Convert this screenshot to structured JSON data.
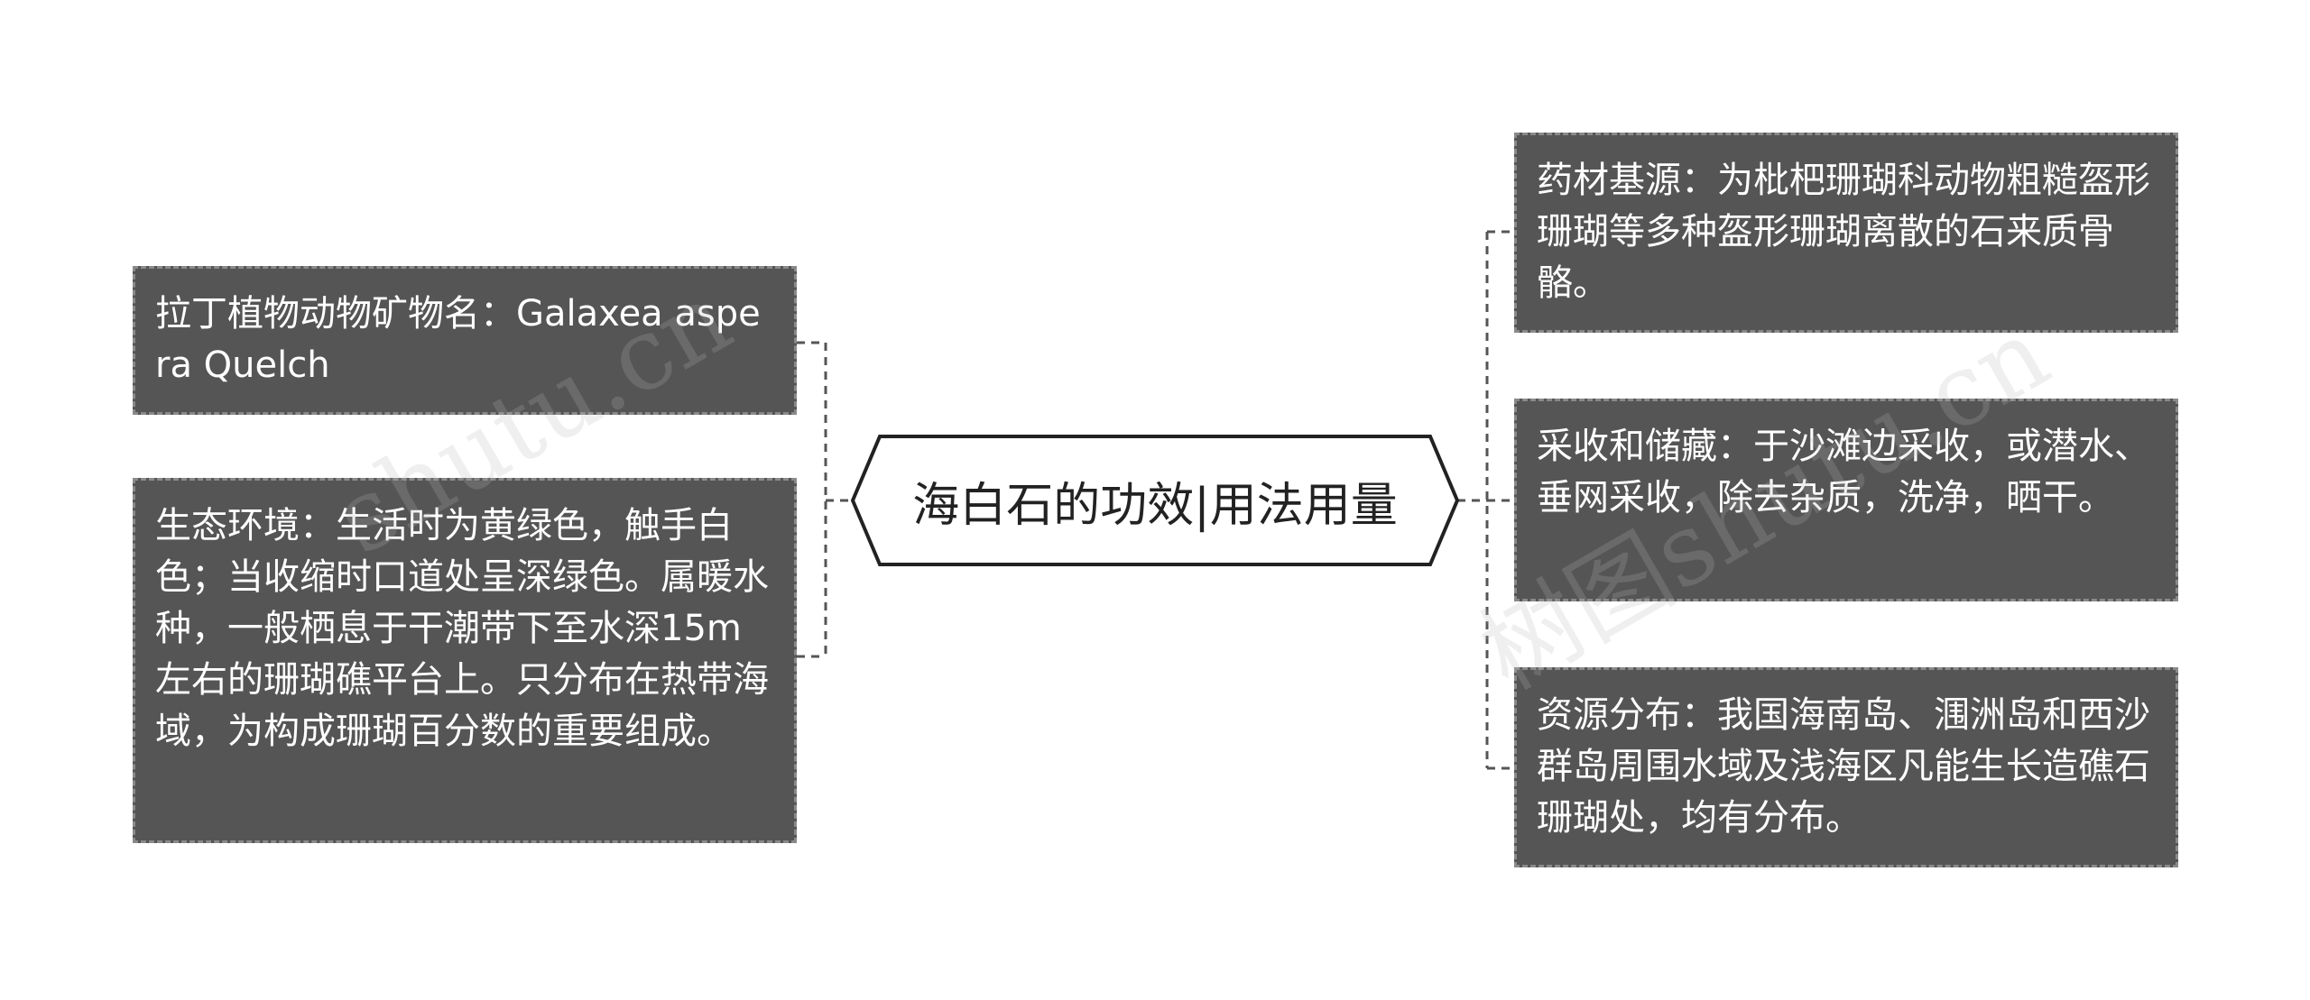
{
  "center": {
    "title": "海白石的功效|用法用量"
  },
  "left_nodes": [
    {
      "text": "拉丁植物动物矿物名：Galaxea aspera Quelch"
    },
    {
      "text": "生态环境：生活时为黄绿色，触手白色；当收缩时口道处呈深绿色。属暖水种，一般栖息于干潮带下至水深15m左右的珊瑚礁平台上。只分布在热带海域，为构成珊瑚百分数的重要组成。"
    }
  ],
  "right_nodes": [
    {
      "text": "药材基源：为枇杷珊瑚科动物粗糙盔形珊瑚等多种盔形珊瑚离散的石来质骨骼。"
    },
    {
      "text": "采收和储藏：于沙滩边采收，或潜水、垂网采收，除去杂质，洗净，晒干。"
    },
    {
      "text": "资源分布：我国海南岛、涠洲岛和西沙群岛周围水域及浅海区凡能生长造礁石珊瑚处，均有分布。"
    }
  ],
  "watermarks": [
    "shutu.cn",
    "树图shutu.cn"
  ],
  "colors": {
    "node_fill": "#555555",
    "node_border": "#8a8a8a",
    "node_text": "#ffffff",
    "connector": "#555555",
    "center_border": "#222222"
  }
}
